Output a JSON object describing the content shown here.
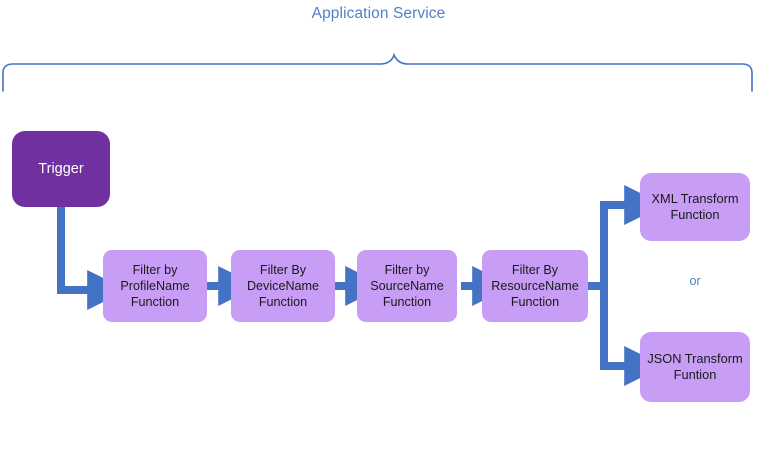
{
  "diagram": {
    "title": "Application Service",
    "colors": {
      "title_blue": "#4f81c7",
      "brace_blue": "#4472c4",
      "connector_blue": "#4472c4",
      "trigger_purple": "#7030a0",
      "function_purple": "#c89df5",
      "background": "#ffffff"
    },
    "nodes": {
      "trigger": {
        "label": "Trigger"
      },
      "filter_profile": {
        "line1": "Filter by",
        "line2": "ProfileName",
        "line3": "Function"
      },
      "filter_device": {
        "line1": "Filter By",
        "line2": "DeviceName",
        "line3": "Function"
      },
      "filter_source": {
        "line1": "Filter by",
        "line2": "SourceName",
        "line3": "Function"
      },
      "filter_resource": {
        "line1": "Filter By",
        "line2": "ResourceName",
        "line3": "Function"
      },
      "xml_transform": {
        "line1": "XML Transform",
        "line2": "Function"
      },
      "json_transform": {
        "line1": "JSON Transform",
        "line2": "Funtion"
      }
    },
    "branch_label": "or"
  }
}
